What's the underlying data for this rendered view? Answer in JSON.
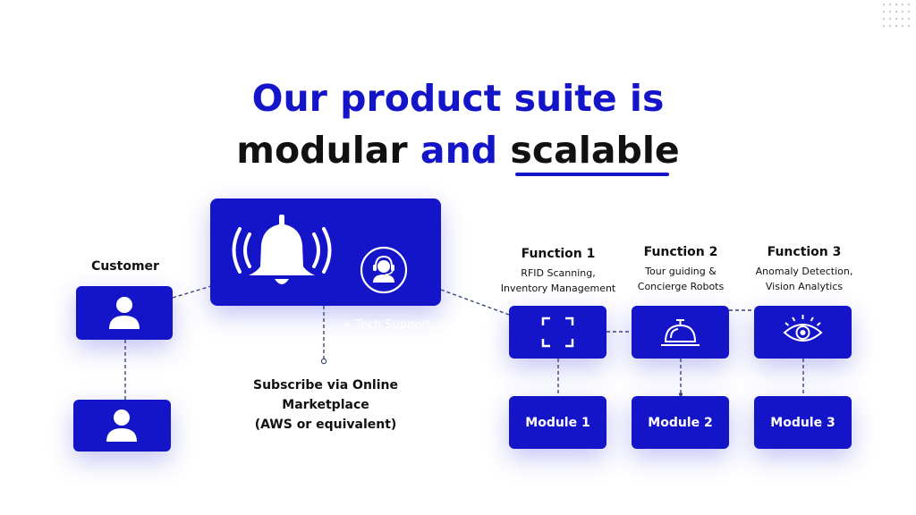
{
  "title": {
    "line1": "Our product suite is",
    "line2_part1": "modular",
    "line2_part2": "and",
    "line2_part3": "scalable"
  },
  "customer": {
    "label": "Customer"
  },
  "platform": {
    "ghost_label": "+ Tech Support",
    "subscribe_line1": "Subscribe via Online Marketplace",
    "subscribe_line2": "(AWS or equivalent)"
  },
  "functions": [
    {
      "title": "Function 1",
      "desc_line1": "RFID Scanning,",
      "desc_line2": "Inventory Management",
      "icon": "scan-frame-icon",
      "module": "Module 1"
    },
    {
      "title": "Function 2",
      "desc_line1": "Tour guiding &",
      "desc_line2": "Concierge Robots",
      "icon": "service-bell-icon",
      "module": "Module 2"
    },
    {
      "title": "Function 3",
      "desc_line1": "Anomaly Detection,",
      "desc_line2": "Vision Analytics",
      "icon": "eye-icon",
      "module": "Module 3"
    }
  ],
  "colors": {
    "accent": "#1414c8",
    "text": "#111111",
    "background": "#ffffff"
  }
}
